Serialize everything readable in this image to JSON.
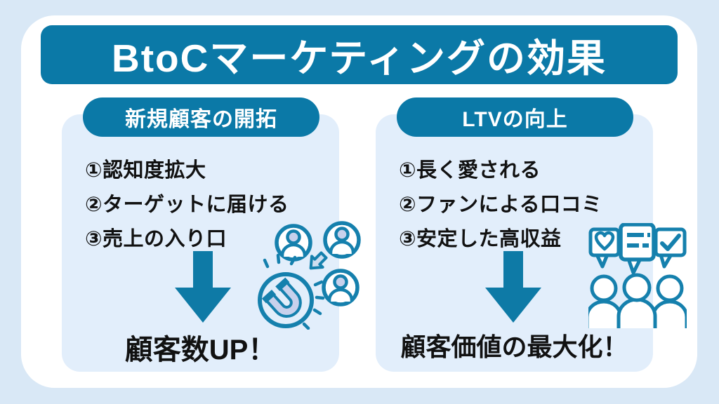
{
  "title": "BtoCマーケティングの効果",
  "colors": {
    "background": "#d9e8f6",
    "panel": "#ffffff",
    "accent_teal": "#0b79a7",
    "icon_teal": "#1580ad",
    "card_background": "#e2eefb",
    "text": "#111111",
    "icon_fill_lavender": "#c8d1ec"
  },
  "cards": [
    {
      "header": "新規顧客の開拓",
      "items": [
        "①認知度拡大",
        "②ターゲットに届ける",
        "③売上の入り口"
      ],
      "result": "顧客数UP！",
      "icon": "magnet-attracting-customers-icon"
    },
    {
      "header": "LTVの向上",
      "items": [
        "①長く愛される",
        "②ファンによる口コミ",
        "③安定した高収益"
      ],
      "result": "顧客価値の最大化！",
      "icon": "word-of-mouth-fans-icon"
    }
  ]
}
